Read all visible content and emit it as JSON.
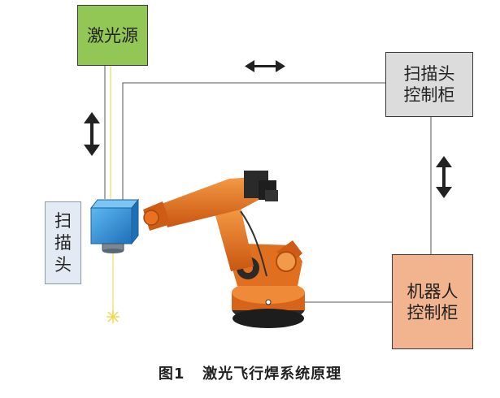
{
  "boxes": {
    "laser_source": "激光源",
    "scanner_controller": "扫描头\n控制柜",
    "robot_controller": "机器人\n控制柜",
    "scan_head": "扫描头"
  },
  "caption": {
    "figure_number": "图1",
    "title": "激光飞行焊系统原理"
  },
  "colors": {
    "laser_box": "#93c755",
    "scanner_controller_box": "#dcdcdc",
    "robot_controller_box": "#f1b48f",
    "scan_head_box": "#e4eaf3",
    "scan_head_device": "#2e8fd8",
    "robot_arm": "#e8721d",
    "laser_beam": "#f3e27a"
  },
  "icons": [
    "double-arrow-vertical-icon",
    "double-arrow-horizontal-icon",
    "laser-spark-icon"
  ]
}
